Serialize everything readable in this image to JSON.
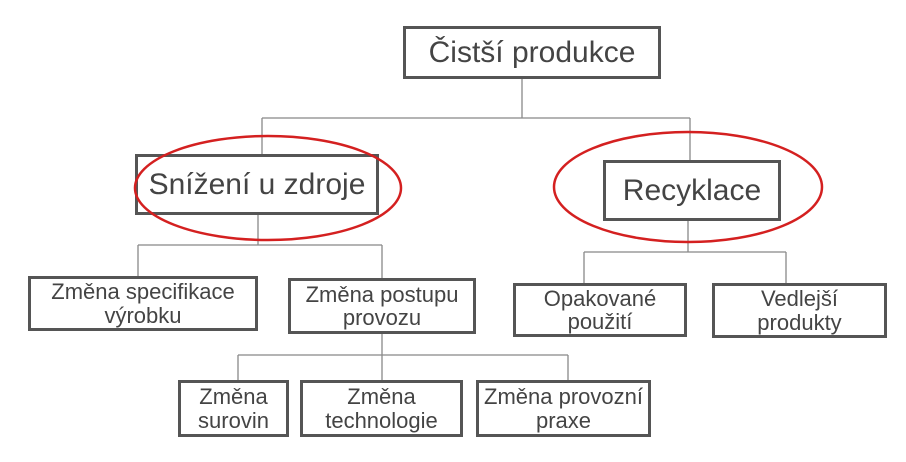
{
  "root": {
    "label": "Čistší produkce"
  },
  "level1": [
    {
      "label": "Snížení u zdroje",
      "highlighted": true
    },
    {
      "label": "Recyklace",
      "highlighted": true
    }
  ],
  "level2": [
    {
      "label": "Změna specifikace výrobku"
    },
    {
      "label": "Změna postupu provozu"
    },
    {
      "label": "Opakované použití"
    },
    {
      "label": "Vedlejší produkty"
    }
  ],
  "level3": [
    {
      "label": "Změna surovin"
    },
    {
      "label": "Změna technologie"
    },
    {
      "label": "Změna provozní praxe"
    }
  ],
  "colors": {
    "box_border": "#555555",
    "connector": "#777777",
    "highlight": "#d42020"
  }
}
